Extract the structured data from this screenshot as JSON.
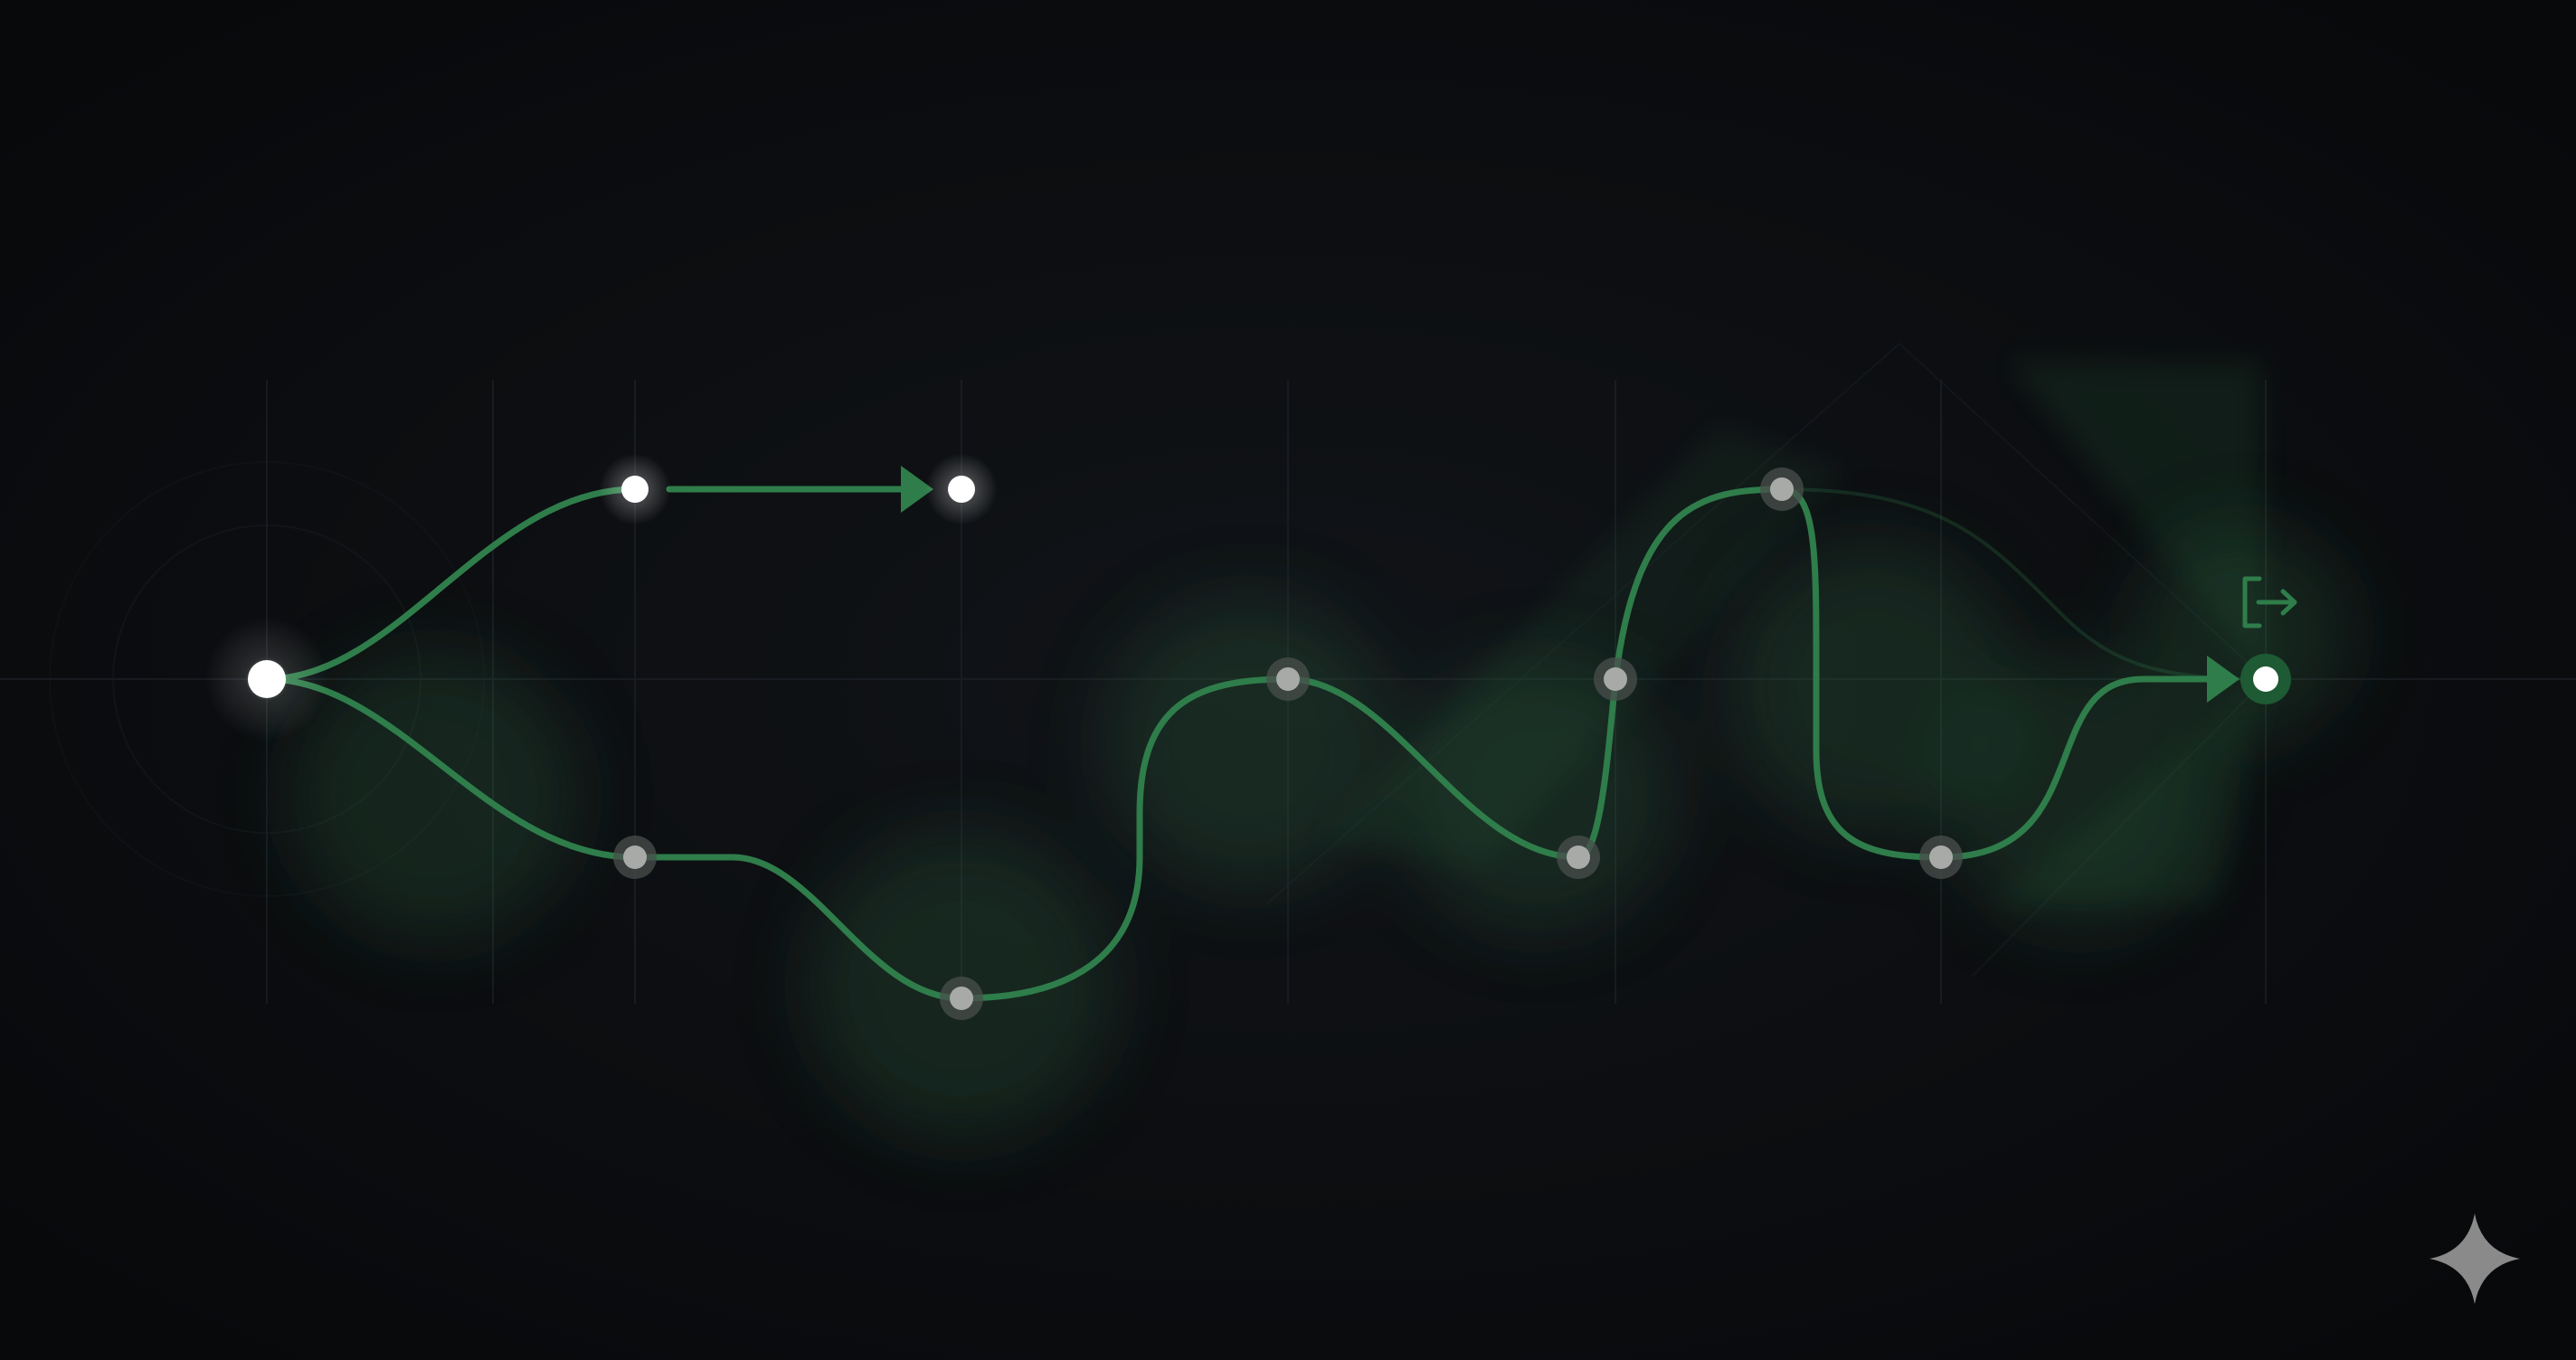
{
  "diagram": {
    "type": "flow-path",
    "colors": {
      "background": "#0d0f12",
      "background_edge": "#08090b",
      "grid": "#1d2228",
      "accent": "#2f7d4a",
      "accent_bright": "#3d9a5c",
      "node_primary": "#ffffff",
      "node_secondary": "#a8aaa8",
      "node_halo": "#4a4f4c",
      "end_ring": "#1e5a33",
      "corner_mark": "#8a8a8a"
    },
    "icons": {
      "exit": "exit-door-arrow-icon",
      "corner": "four-point-sparkle-icon"
    },
    "nodes": [
      {
        "id": "start",
        "kind": "origin"
      },
      {
        "id": "upper-branch-a",
        "kind": "primary"
      },
      {
        "id": "upper-branch-b",
        "kind": "primary"
      },
      {
        "id": "lower-1",
        "kind": "secondary"
      },
      {
        "id": "lower-2",
        "kind": "secondary"
      },
      {
        "id": "mid-1",
        "kind": "secondary"
      },
      {
        "id": "lower-3",
        "kind": "secondary"
      },
      {
        "id": "mid-2",
        "kind": "secondary"
      },
      {
        "id": "upper-3",
        "kind": "secondary"
      },
      {
        "id": "lower-4",
        "kind": "secondary"
      },
      {
        "id": "end",
        "kind": "terminal"
      }
    ],
    "edges": [
      {
        "from": "start",
        "to": "upper-branch-a"
      },
      {
        "from": "upper-branch-a",
        "to": "upper-branch-b",
        "arrow": true
      },
      {
        "from": "start",
        "to": "lower-1"
      },
      {
        "from": "lower-1",
        "to": "lower-2"
      },
      {
        "from": "lower-2",
        "to": "mid-1"
      },
      {
        "from": "mid-1",
        "to": "lower-3"
      },
      {
        "from": "lower-3",
        "to": "mid-2"
      },
      {
        "from": "mid-2",
        "to": "upper-3"
      },
      {
        "from": "upper-3",
        "to": "lower-4"
      },
      {
        "from": "lower-4",
        "to": "end",
        "arrow": true
      }
    ]
  }
}
